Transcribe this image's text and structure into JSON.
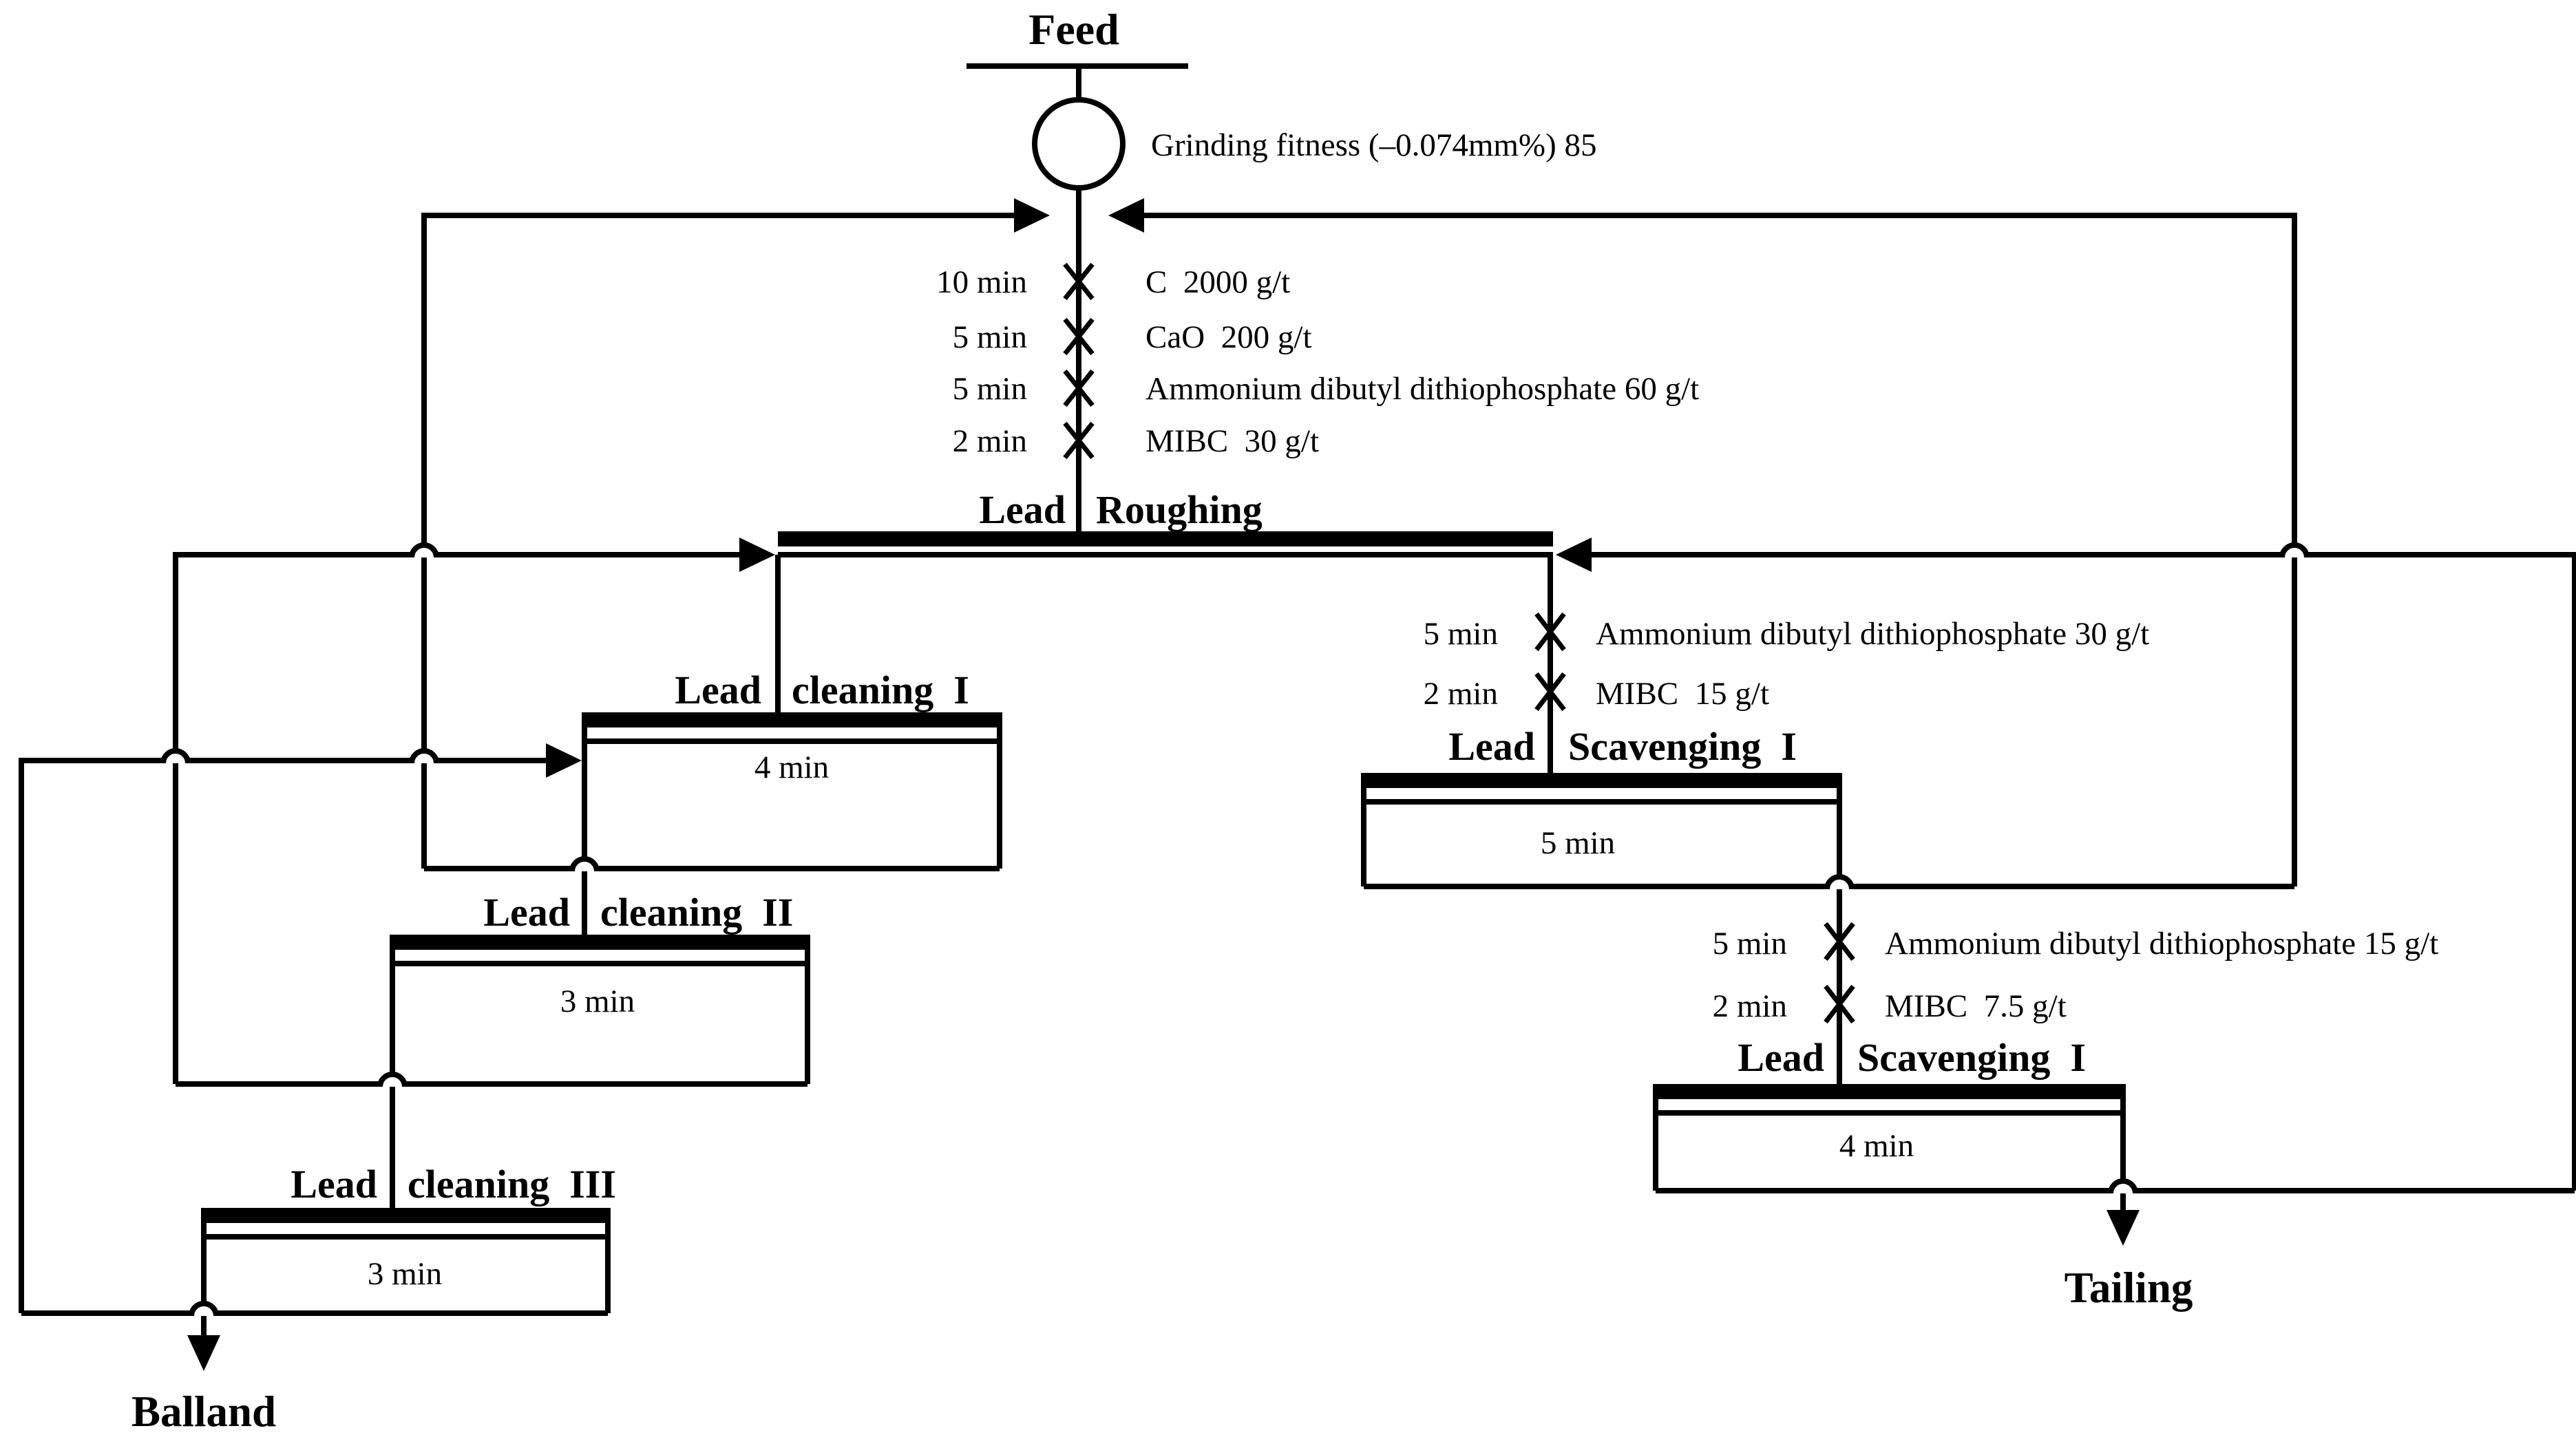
{
  "diagram": {
    "feed_label": "Feed",
    "grinding_note": "Grinding fitness (–0.074mm%) 85",
    "head_conditioning": [
      {
        "time": "10 min",
        "reagent": "C  2000 g/t"
      },
      {
        "time": "5 min",
        "reagent": "CaO  200 g/t"
      },
      {
        "time": "5 min",
        "reagent": "Ammonium dibutyl dithiophosphate 60 g/t"
      },
      {
        "time": "2 min",
        "reagent": "MIBC  30 g/t"
      }
    ],
    "scavenging1_conditioning": [
      {
        "time": "5 min",
        "reagent": "Ammonium dibutyl dithiophosphate 30 g/t"
      },
      {
        "time": "2 min",
        "reagent": "MIBC  15 g/t"
      }
    ],
    "scavenging2_conditioning": [
      {
        "time": "5 min",
        "reagent": "Ammonium dibutyl dithiophosphate 15 g/t"
      },
      {
        "time": "2 min",
        "reagent": "MIBC  7.5 g/t"
      }
    ],
    "cells": {
      "roughing": {
        "label_left": "Lead",
        "label_right": "Roughing"
      },
      "cleaning1": {
        "label_left": "Lead",
        "label_right": "cleaning  I",
        "time": "4 min"
      },
      "cleaning2": {
        "label_left": "Lead",
        "label_right": "cleaning  II",
        "time": "3 min"
      },
      "cleaning3": {
        "label_left": "Lead",
        "label_right": "cleaning  III",
        "time": "3 min"
      },
      "scavenging1": {
        "label_left": "Lead",
        "label_right": "Scavenging  I",
        "time": "5 min"
      },
      "scavenging2": {
        "label_left": "Lead",
        "label_right": "Scavenging  I",
        "time": "4 min"
      }
    },
    "outputs": {
      "concentrate_label": "Balland",
      "tailing_label": "Tailing"
    }
  }
}
